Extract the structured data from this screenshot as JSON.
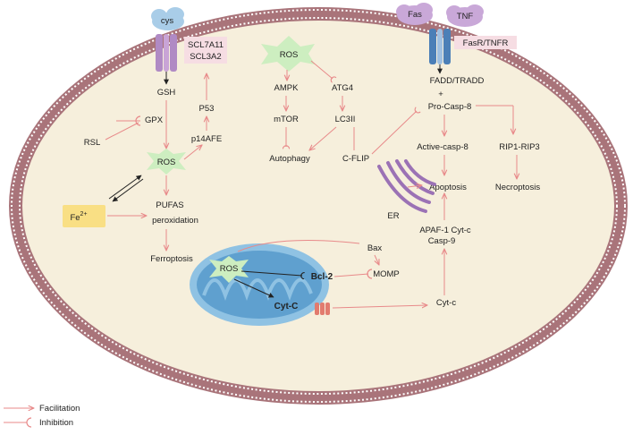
{
  "extracellular": {
    "cys": "cys",
    "fas": "Fas",
    "tnf": "TNF"
  },
  "membrane": {
    "transporter": [
      "SCL7A11",
      "SCL3A2"
    ],
    "receptor": "FasR/TNFR"
  },
  "ferroptosis": {
    "gsh": "GSH",
    "gpx": "GPX",
    "rsl": "RSL",
    "p53": "P53",
    "p14afe": "p14AFE",
    "ros": "ROS",
    "iron_base": "Fe",
    "iron_sup": "2+",
    "pufas": [
      "PUFAS",
      "peroxidation"
    ],
    "ferroptosis": "Ferroptosis"
  },
  "autophagy": {
    "ros": "ROS",
    "ampk": "AMPK",
    "atg4": "ATG4",
    "mtor": "mTOR",
    "lc3ii": "LC3II",
    "autophagy": "Autophagy",
    "cflip": "C-FLIP"
  },
  "apoptosis": {
    "fadd": "FADD/TRADD",
    "plus": "+",
    "procasp8": "Pro-Casp-8",
    "activecasp8": "Active-casp-8",
    "rip": "RIP1-RIP3",
    "necroptosis": "Necroptosis",
    "apoptosis": "Apoptosis",
    "er": "ER",
    "apaf": [
      "APAF-1 Cyt-c",
      "Casp-9"
    ],
    "cytc_out": "Cyt-c"
  },
  "mitochondria": {
    "ros": "ROS",
    "bcl2": "Bcl-2",
    "cytc": "Cyt-C",
    "bax": "Bax",
    "momp": "MOMP"
  },
  "legend": {
    "facilitation": "Facilitation",
    "inhibition": "Inhibition"
  },
  "colors": {
    "arrow": "#e88a8a",
    "cytoplasm": "#f6efdc",
    "membrane": "#a9747a",
    "ros_star": "#cdeec0",
    "iron_box": "#f9df84",
    "mito_outer": "#8fc2e3",
    "mito_inner": "#5fa0cf",
    "cloud": "#c9a8d8",
    "cys_cloud": "#a9cde8",
    "label_box": "#f6dde3",
    "er": "#9b72b5"
  }
}
